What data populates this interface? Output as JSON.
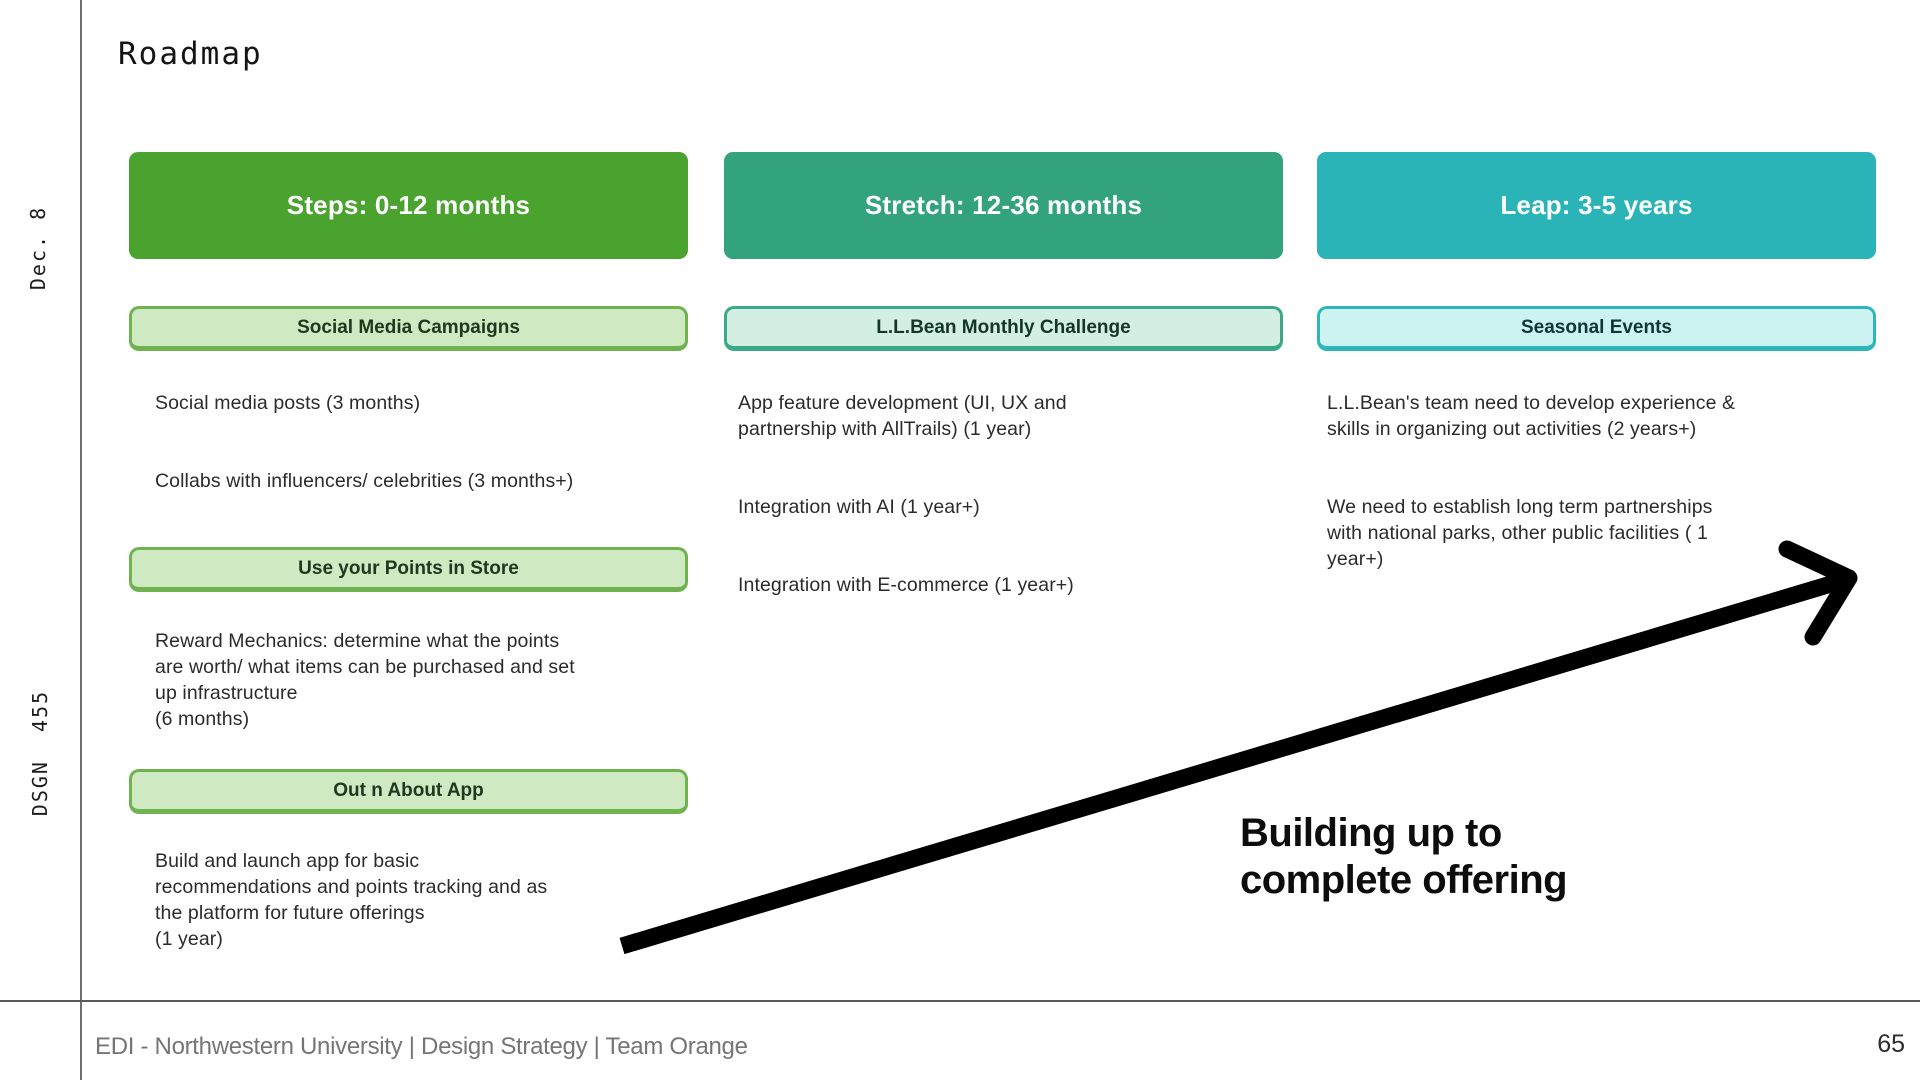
{
  "slide": {
    "title": "Roadmap",
    "footer": "EDI - Northwestern University | Design Strategy | Team Orange",
    "page_number": "65"
  },
  "side_labels": {
    "date": "Dec. 8",
    "course": "DSGN  455"
  },
  "colors": {
    "steps_green": "#4ba32f",
    "stretch_teal": "#33a37e",
    "leap_cyan": "#2ab4b8",
    "steps_tag_bg": "#cfe9c2",
    "steps_tag_border": "#6fb350",
    "stretch_tag_bg": "#d3eee3",
    "stretch_tag_border": "#3aa988",
    "leap_tag_bg": "#cdf2f2",
    "leap_tag_border": "#2eb7ba",
    "arrow_black": "#000000",
    "line_gray": "#6e6e6e"
  },
  "columns": [
    {
      "header": "Steps: 0-12 months",
      "header_color": "#4ba32f",
      "tag_bg": "#cfe9c2",
      "tag_border": "#6fb350",
      "sections": [
        {
          "tag": "Social Media Campaigns",
          "paragraphs": [
            "Social media posts (3 months)",
            "Collabs with influencers/ celebrities (3 months+)"
          ]
        },
        {
          "tag": "Use your Points in Store",
          "paragraphs": [
            "Reward Mechanics: determine what the points\nare worth/ what items can be purchased and set\nup infrastructure\n(6 months)"
          ]
        },
        {
          "tag": "Out n About App",
          "paragraphs": [
            "Build and launch app for basic\nrecommendations and points tracking and as\nthe platform for future offerings\n(1 year)"
          ]
        }
      ]
    },
    {
      "header": "Stretch: 12-36 months",
      "header_color": "#33a37e",
      "tag_bg": "#d3eee3",
      "tag_border": "#3aa988",
      "sections": [
        {
          "tag": "L.L.Bean Monthly Challenge",
          "paragraphs": [
            "App feature development (UI, UX and\npartnership with AllTrails) (1 year)",
            "Integration with AI (1 year+)",
            "Integration with E-commerce (1 year+)"
          ]
        }
      ]
    },
    {
      "header": "Leap: 3-5 years",
      "header_color": "#2ab4b8",
      "tag_bg": "#cdf2f2",
      "tag_border": "#2eb7ba",
      "sections": [
        {
          "tag": "Seasonal Events",
          "paragraphs": [
            "L.L.Bean's team need to develop experience &\nskills in organizing out activities (2 years+)",
            "We need to establish long term partnerships\nwith national parks, other public facilities ( 1\nyear+)"
          ]
        }
      ]
    }
  ],
  "annotation": {
    "text": "Building up to\ncomplete offering"
  }
}
